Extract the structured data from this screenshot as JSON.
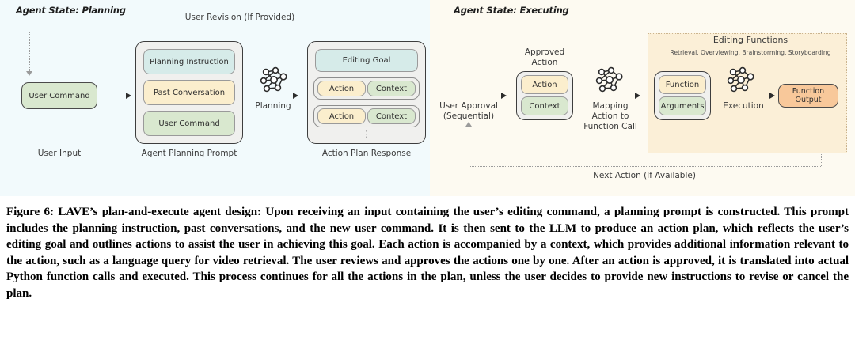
{
  "figure": {
    "panels": {
      "planning": {
        "state_title": "Agent State: Planning"
      },
      "executing": {
        "state_title": "Agent State: Executing"
      }
    },
    "flow_labels": {
      "user_revision": "User Revision (If Provided)",
      "planning": "Planning",
      "user_approval_line1": "User Approval",
      "user_approval_line2": "(Sequential)",
      "mapping_line1": "Mapping",
      "mapping_line2": "Action to",
      "mapping_line3": "Function Call",
      "execution": "Execution",
      "next_action": "Next Action (If Available)"
    },
    "stage_captions": {
      "user_input": "User Input",
      "agent_planning_prompt": "Agent Planning Prompt",
      "action_plan_response": "Action Plan Response",
      "approved_action_line1": "Approved",
      "approved_action_line2": "Action"
    },
    "nodes": {
      "user_command": "User Command",
      "planning_instruction": "Planning Instruction",
      "past_conversation": "Past Conversation",
      "prompt_user_command": "User Command",
      "editing_goal": "Editing Goal",
      "action": "Action",
      "context": "Context",
      "ellipsis": "⋮",
      "approved_action": "Action",
      "approved_context": "Context",
      "function": "Function",
      "arguments": "Arguments",
      "function_output": "Function Output"
    },
    "editing_functions": {
      "title": "Editing Functions",
      "subtitle": "Retrieval, Overviewing, Brainstorming, Storyboarding"
    },
    "icons": {
      "neural_network": "neural-network-icon"
    },
    "colors": {
      "panel_planning_bg": "#f2fafc",
      "panel_executing_bg": "#fdfaf1",
      "blue_chip": "#d6ebe9",
      "yellow_chip": "#fbeecd",
      "green_chip": "#d9e8cf",
      "orange_chip": "#f8c89a",
      "editing_functions_bg": "#fbefd7"
    }
  },
  "caption": {
    "text": "Figure 6: LAVE’s plan-and-execute agent design: Upon receiving an input containing the user’s editing command, a planning prompt is constructed. This prompt includes the planning instruction, past conversations, and the new user command. It is then sent to the LLM to produce an action plan, which reflects the user’s editing goal and outlines actions to assist the user in achieving this goal. Each action is accompanied by a context, which provides additional information relevant to the action, such as a language query for video retrieval. The user reviews and approves the actions one by one. After an action is approved, it is translated into actual Python function calls and executed. This process continues for all the actions in the plan, unless the user decides to provide new instructions to revise or cancel the plan."
  }
}
